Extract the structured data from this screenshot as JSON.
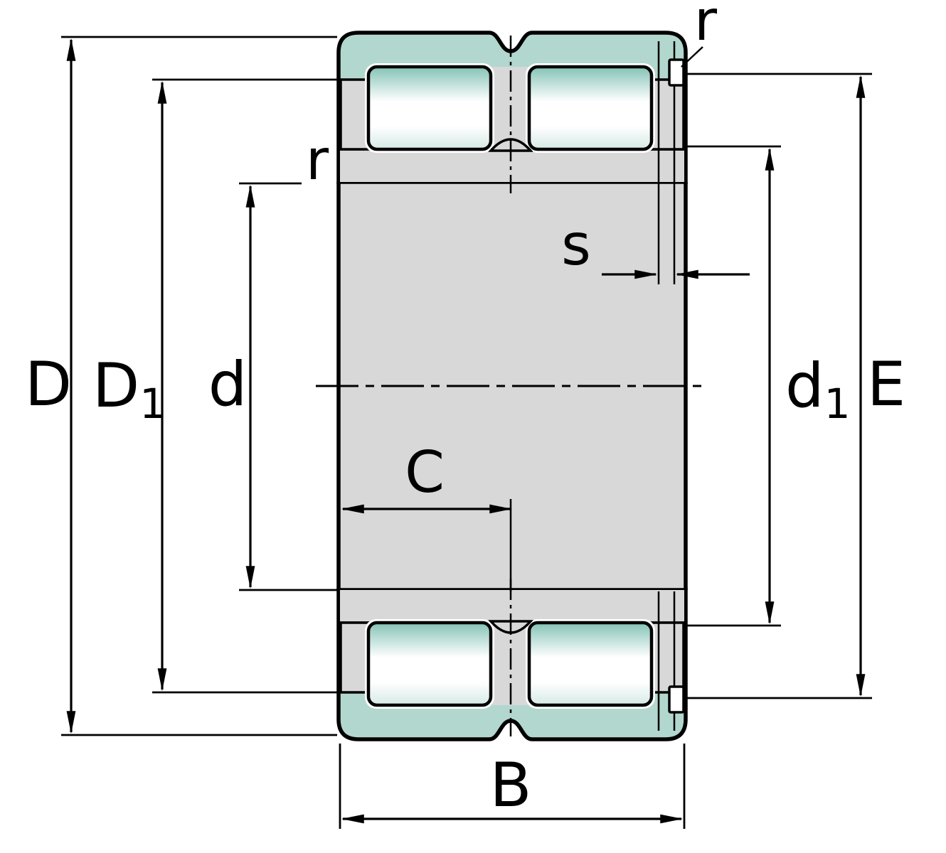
{
  "labels": {
    "D": "D",
    "D1_main": "D",
    "D1_sub": "1",
    "d": "d",
    "d1_main": "d",
    "d1_sub": "1",
    "E": "E",
    "B": "B",
    "C": "C",
    "s": "s",
    "r_outer": "r",
    "r_bore": "r"
  },
  "colors": {
    "ring": "#b2d7ce",
    "section": "#d8d8d8",
    "roller_edge": "#84c2b6",
    "roller_body": "#ffffff",
    "roller_shade": "#d5eae5",
    "snap_ring": "#ffffff",
    "outline": "#000000"
  }
}
